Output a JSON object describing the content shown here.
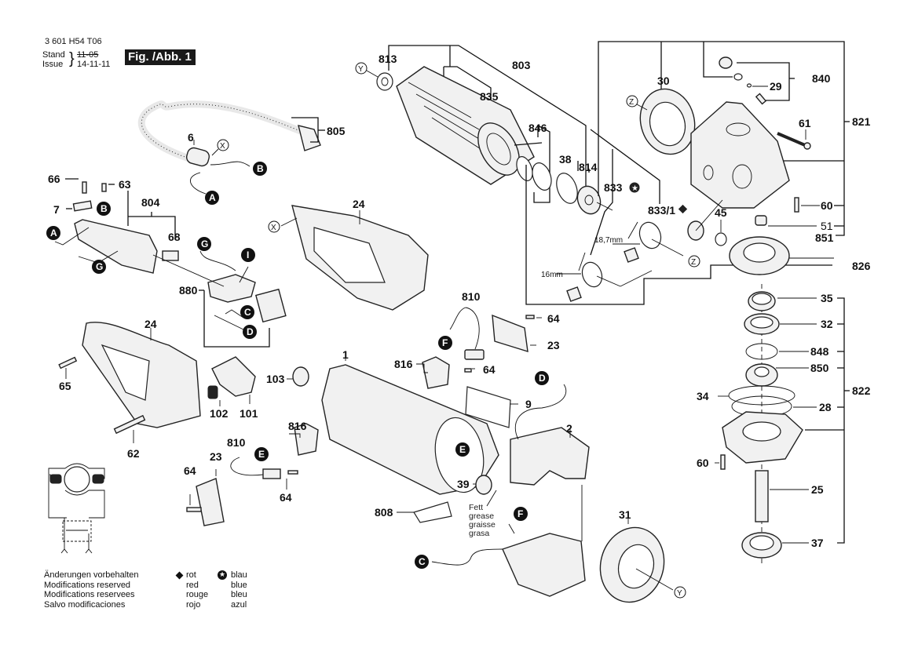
{
  "header": {
    "part_number": "3 601 H54 T06",
    "stand_label": "Stand",
    "issue_label": "Issue",
    "stand_date_struck": "11-05",
    "issue_date": "14-11-11",
    "figure_title": "Fig. /Abb. 1"
  },
  "footer": {
    "modifications": [
      "Änderungen vorbehalten",
      "Modifications reserved",
      "Modifications reservees",
      "Salvo modificaciones"
    ],
    "legend_red": {
      "symbol": "diamond",
      "labels": [
        "rot",
        "red",
        "rouge",
        "rojo"
      ],
      "color": "#111111"
    },
    "legend_blue": {
      "symbol": "star-circle",
      "labels": [
        "blau",
        "blue",
        "bleu",
        "azul"
      ],
      "color": "#111111"
    }
  },
  "callouts": {
    "c813": "813",
    "c803": "803",
    "c835": "835",
    "c846": "846",
    "c38": "38",
    "c814": "814",
    "c833": "833",
    "c833_1": "833/1",
    "c30": "30",
    "c840": "840",
    "c29": "29",
    "c821": "821",
    "c61": "61",
    "c60a": "60",
    "c51": "51",
    "c851": "851",
    "c45": "45",
    "c826": "826",
    "c805": "805",
    "c6": "6",
    "c66": "66",
    "c63": "63",
    "c7": "7",
    "c804": "804",
    "c68": "68",
    "c880": "880",
    "c24a": "24",
    "c24b": "24",
    "c65": "65",
    "c62": "62",
    "c102": "102",
    "c101": "101",
    "c103": "103",
    "c1": "1",
    "c810a": "810",
    "c816a": "816",
    "c64a": "64",
    "c23a": "23",
    "c64b": "64",
    "c9": "9",
    "c2": "2",
    "c810b": "810",
    "c816b": "816",
    "c23b": "23",
    "c64c": "64",
    "c64d": "64",
    "c39": "39",
    "c808": "808",
    "c31": "31",
    "c35": "35",
    "c32": "32",
    "c848": "848",
    "c850": "850",
    "c822": "822",
    "c34": "34",
    "c28": "28",
    "c60b": "60",
    "c25": "25",
    "c37": "37"
  },
  "dimensions": {
    "d1": "18,7mm",
    "d2": "16mm"
  },
  "grease_note": [
    "Fett",
    "grease",
    "graisse",
    "grasa"
  ],
  "connectors": {
    "A": "A",
    "B": "B",
    "C": "C",
    "D": "D",
    "E": "E",
    "F": "F",
    "G": "G",
    "I": "I",
    "X": "X",
    "Y": "Y",
    "Z": "Z"
  }
}
